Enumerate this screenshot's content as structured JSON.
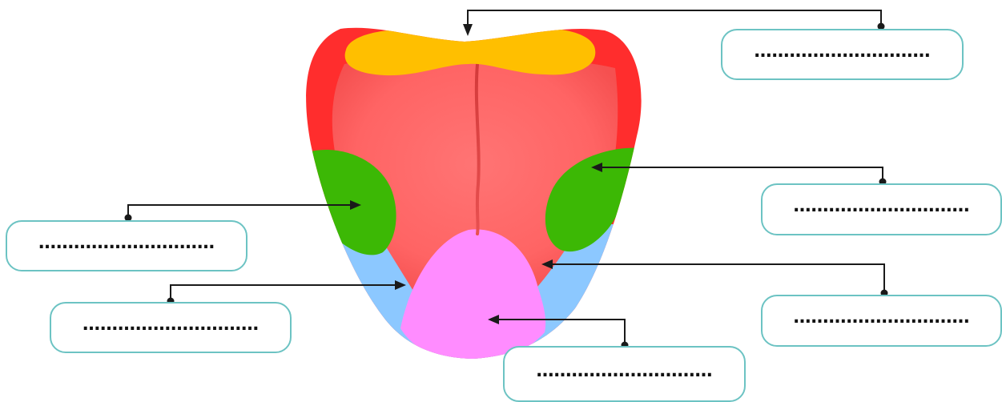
{
  "diagram": {
    "subject": "tongue",
    "regions": [
      {
        "id": "tip",
        "color": "#ff8cff"
      },
      {
        "id": "front-sides",
        "color": "#8cc8ff"
      },
      {
        "id": "middle-sides",
        "color": "#3cb805"
      },
      {
        "id": "back",
        "color": "#ffbf00"
      },
      {
        "id": "center",
        "color": "#ff6b6b"
      },
      {
        "id": "edge",
        "color": "#ff2d2d"
      }
    ],
    "labels": [
      {
        "id": "back",
        "text": "…………………………"
      },
      {
        "id": "right-middle",
        "text": "…………………………"
      },
      {
        "id": "left-middle",
        "text": "…………………………"
      },
      {
        "id": "left-front",
        "text": "…………………………"
      },
      {
        "id": "right-front",
        "text": "…………………………"
      },
      {
        "id": "tip",
        "text": "…………………………"
      }
    ],
    "line_color": "#1a1a1a",
    "box_border_color": "#6cc3c3"
  }
}
